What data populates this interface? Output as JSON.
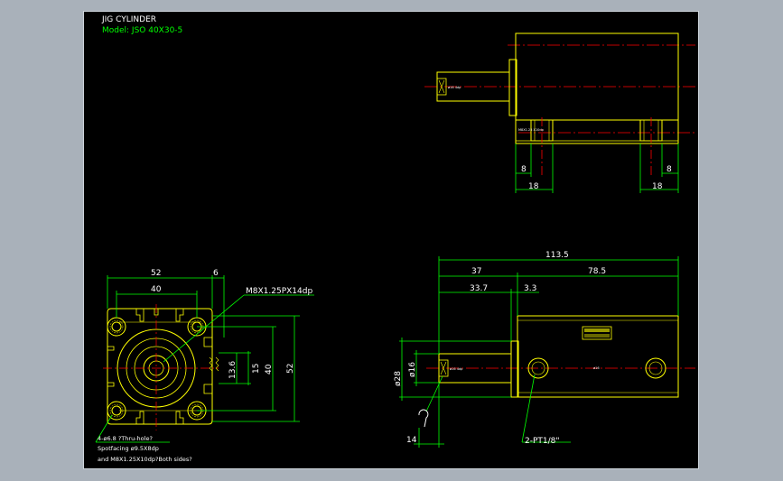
{
  "header": {
    "title": "JIG CYLINDER",
    "model": "Model: JSO 40X30-5"
  },
  "colors": {
    "background": "#000000",
    "outline": "#ffff00",
    "dimension": "#00ff00",
    "centerline": "#ff0000",
    "text": "#ffffff",
    "frame": "#a9b1ba"
  },
  "front_view": {
    "dims": {
      "width_52": "52",
      "width_6": "6",
      "width_40": "40",
      "thread": "M8X1.25PX14dp",
      "h_13_6": "13.6",
      "h_15": "15",
      "h_40": "40",
      "h_52": "52"
    },
    "notes": {
      "holes": "4-ø6.8 ?Thru-hole?",
      "spotfacing": "Spotfacing ø9.5X8dp",
      "tap": "and M8X1.25X10dp?Both sides?"
    }
  },
  "top_view": {
    "dims": {
      "left_8": "8",
      "left_18": "18",
      "right_8": "8",
      "right_18": "18"
    }
  },
  "side_view": {
    "dims": {
      "total": "113.5",
      "d37": "37",
      "d78_5": "78.5",
      "d33_7": "33.7",
      "d3_3": "3.3",
      "d14": "14",
      "dia16": "ø16",
      "dia28": "ø28",
      "port": "2-PT1/8\""
    }
  }
}
